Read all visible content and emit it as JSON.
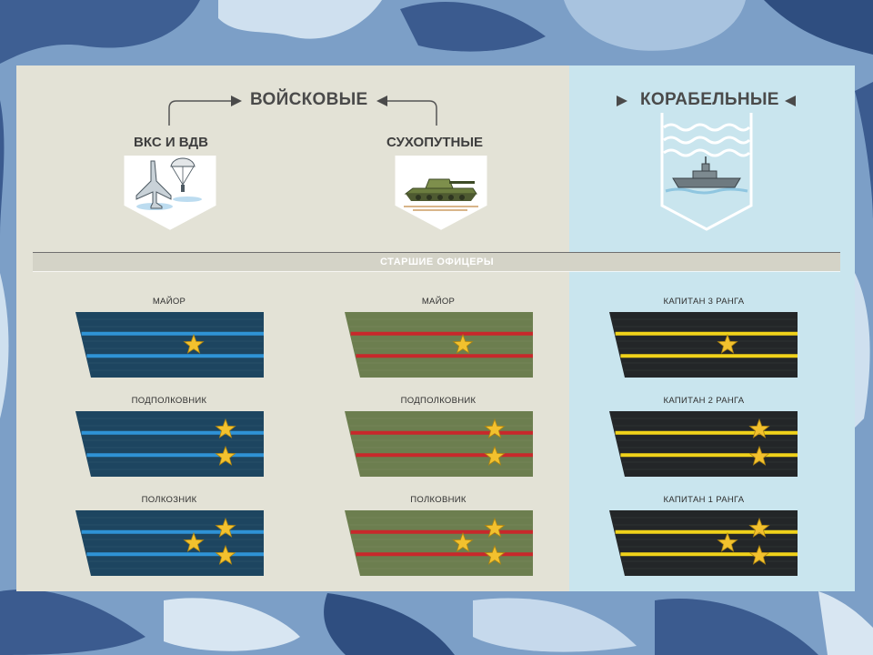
{
  "groups": {
    "troops": "ВОЙСКОВЫЕ",
    "naval": "КОРАБЕЛЬНЫЕ"
  },
  "branches": {
    "vks": "ВКС И ВДВ",
    "ground": "СУХОПУТНЫЕ"
  },
  "section_title": "СТАРШИЕ ОФИЦЕРЫ",
  "columns": [
    {
      "id": "vks",
      "ranks": [
        "МАЙОР",
        "ПОДПОЛКОВНИК",
        "ПОЛКОЗНИК"
      ],
      "board_color": "#1d4560",
      "stripe_color": "#2f93d6"
    },
    {
      "id": "ground",
      "ranks": [
        "МАЙОР",
        "ПОДПОЛКОВНИК",
        "ПОЛКОВНИК"
      ],
      "board_color": "#6c7e4f",
      "stripe_color": "#c8282b"
    },
    {
      "id": "naval",
      "ranks": [
        "КАПИТАН 3 РАНГА",
        "КАПИТАН 2 РАНГА",
        "КАПИТАН 1 РАНГА"
      ],
      "board_color": "#232628",
      "stripe_color": "#f0d21a"
    }
  ],
  "stars": [
    1,
    2,
    3
  ],
  "colors": {
    "panel": "#e3e2d6",
    "naval_panel": "#c9e5ee",
    "star": "#f2c12e",
    "section_bar": "#d4d3c7"
  },
  "icons": {
    "vks": "jet-parachute-icon",
    "ground": "tank-icon",
    "naval": "ship-waves-icon"
  }
}
